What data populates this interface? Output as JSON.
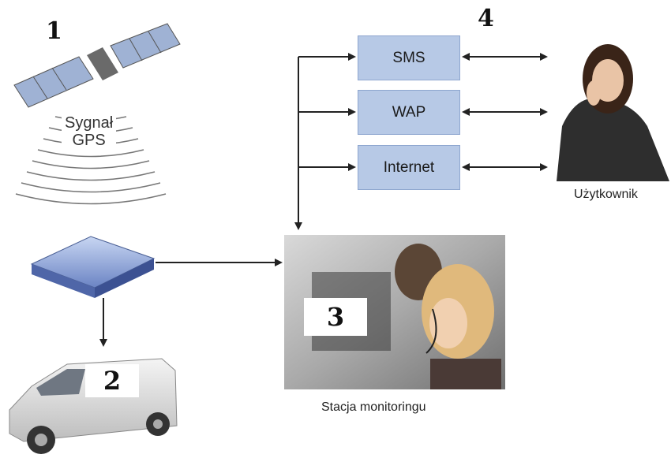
{
  "labels": {
    "n1": "1",
    "n2": "2",
    "n3": "3",
    "n4": "4",
    "gps_line1": "Sygnał",
    "gps_line2": "GPS",
    "sms": "SMS",
    "wap": "WAP",
    "internet": "Internet",
    "user": "Użytkownik",
    "station": "Stacja monitoringu"
  },
  "icons": {
    "satellite": "satellite-icon",
    "receiver": "gps-receiver-icon",
    "vehicle": "van-icon",
    "operators": "monitoring-operators-photo",
    "user": "user-photo"
  },
  "colors": {
    "channel_box": "#b7c9e6",
    "channel_border": "#8ea6cf",
    "arrow": "#222222"
  }
}
